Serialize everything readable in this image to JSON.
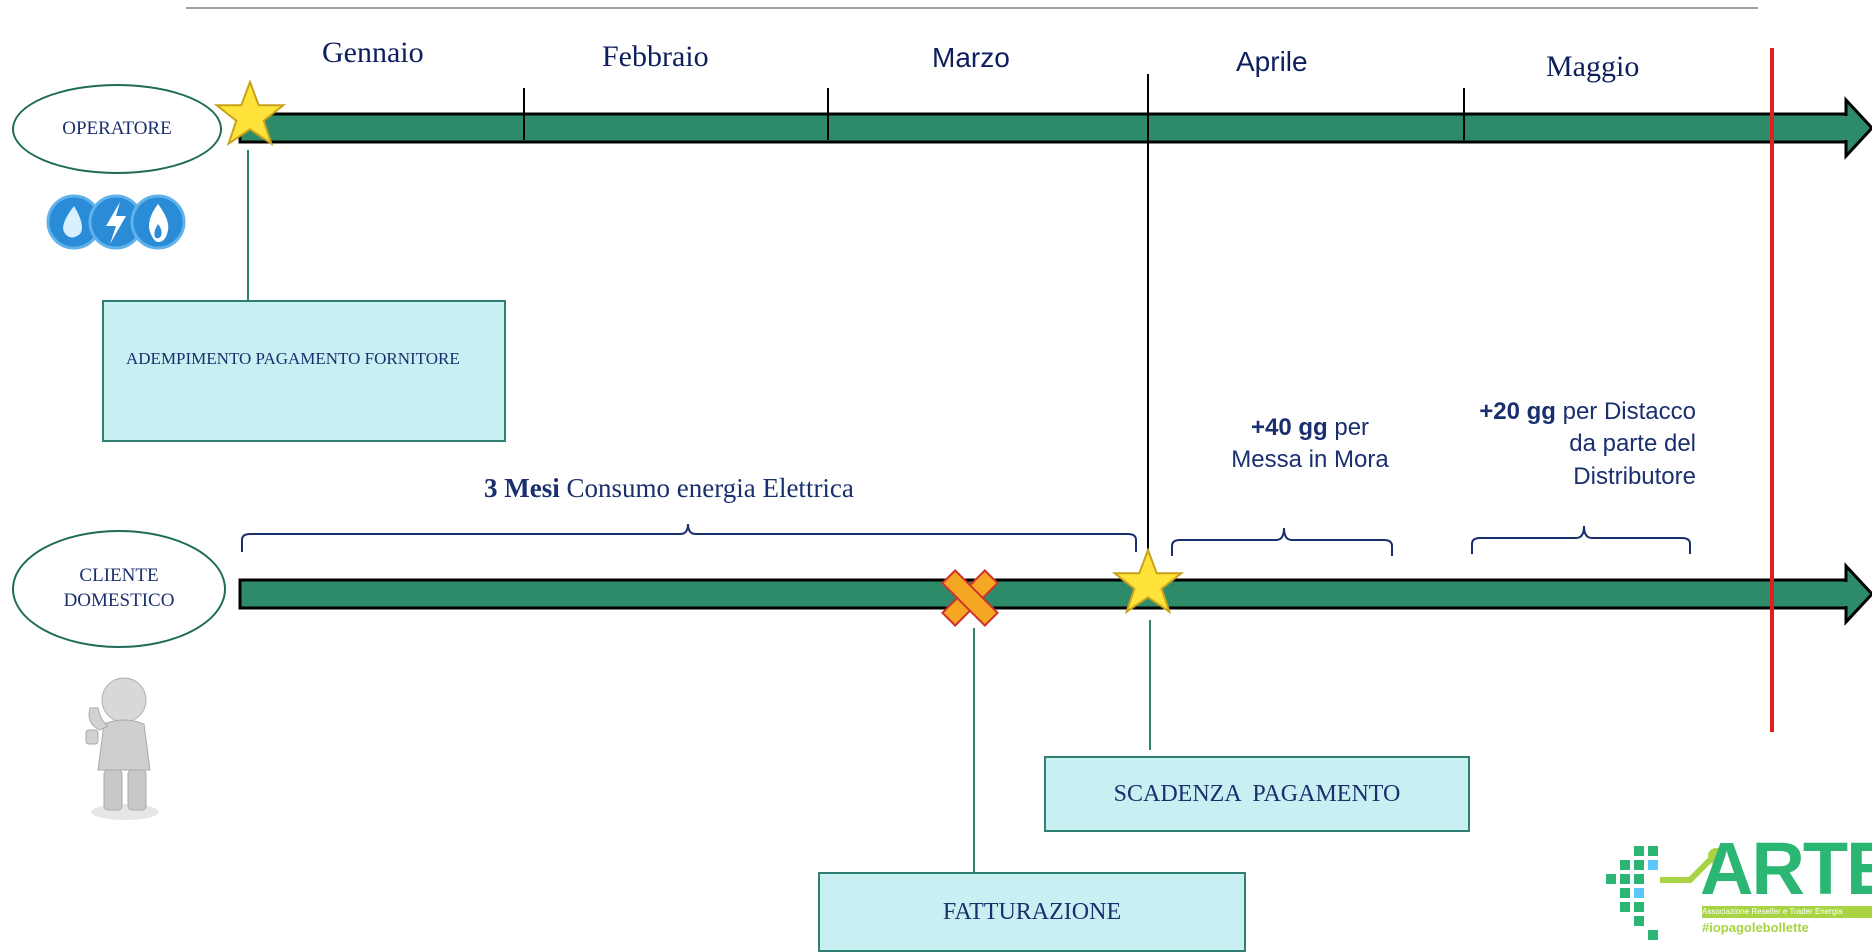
{
  "months": [
    "Gennaio",
    "Febbraio",
    "Marzo",
    "Aprile",
    "Maggio"
  ],
  "operator_label": "OPERATORE",
  "client_label_line1": "CLIENTE",
  "client_label_line2": "DOMESTICO",
  "boxes": {
    "adempimento": "ADEMPIMENTO PAGAMENTO FORNITORE",
    "scadenza": "SCADENZA  PAGAMENTO",
    "fatturazione": "FATTURAZIONE"
  },
  "notes": {
    "consumo_bold": "3 Mesi",
    "consumo_rest": " Consumo energia Elettrica",
    "mora_bold": "+40 gg",
    "mora_rest1": " per",
    "mora_rest2": "Messa in Mora",
    "distacco_bold": "+20 gg",
    "distacco_rest1": " per Distacco",
    "distacco_rest2": "da parte del",
    "distacco_rest3": "Distributore"
  },
  "logo": {
    "name": "ARTE",
    "subtitle": "Associazione Reseller e Trader Energia",
    "hashtag": "#iopagolebollette"
  },
  "colors": {
    "timeline_fill": "#2e8b6a",
    "deadline_line": "#e02020",
    "box_fill": "#c8f0f2",
    "text_navy": "#1a2f6e",
    "star_fill": "#ffe23a",
    "cross_fill": "#f5a623",
    "logo_green": "#2bb673",
    "logo_lime": "#a8d444"
  }
}
